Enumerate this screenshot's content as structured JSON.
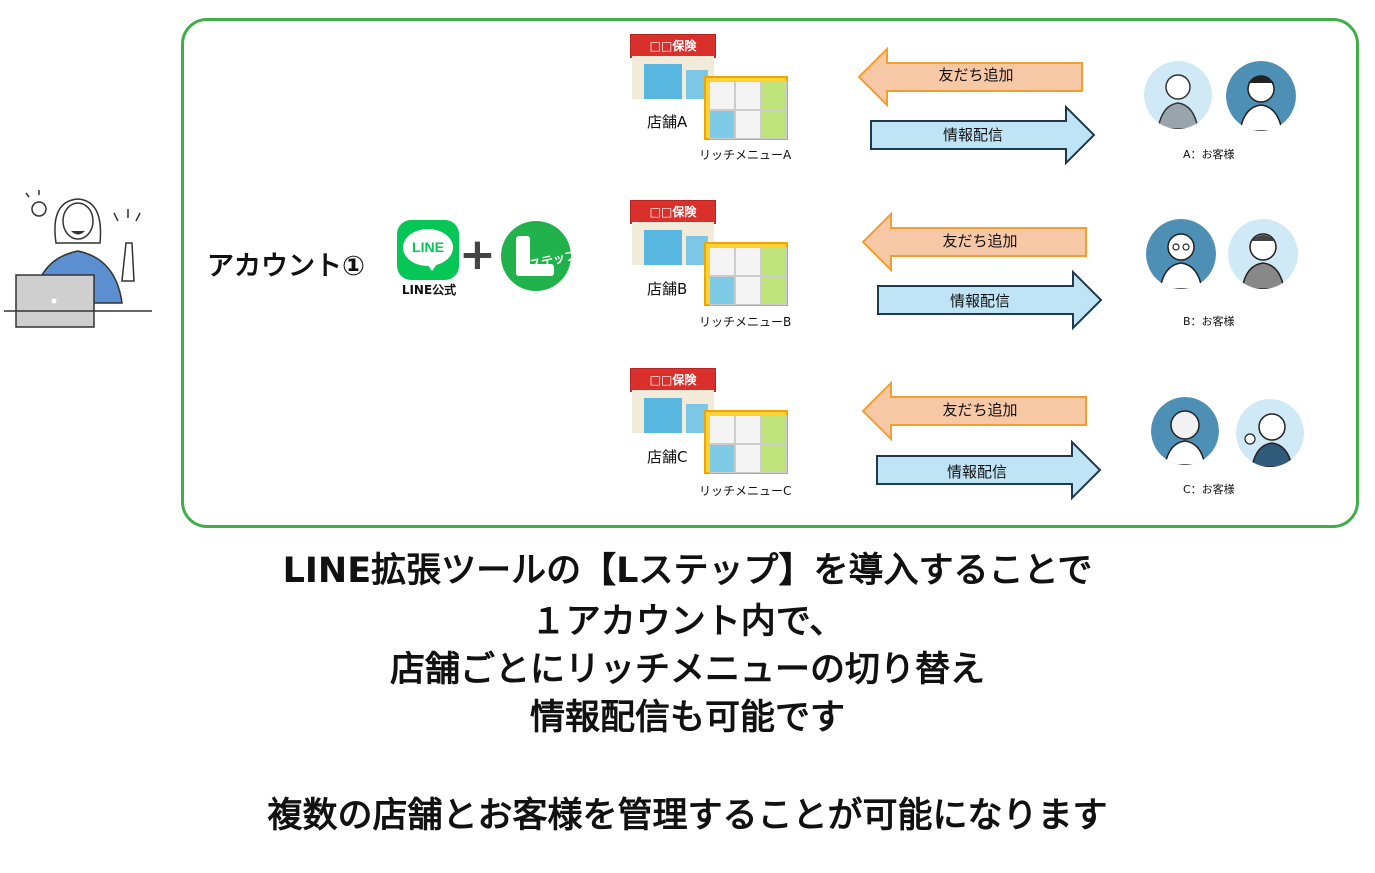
{
  "account": {
    "label": "アカウント①",
    "line_logo_text": "LINE",
    "line_caption": "LINE公式",
    "lstep_logo_text": "ステップ"
  },
  "rows": [
    {
      "store_sign": "□□保険",
      "store_name": "店舗A",
      "menu_label": "リッチメニューA",
      "friend_add": "友だち追加",
      "info": "情報配信",
      "customers_label": "A：お客様"
    },
    {
      "store_sign": "□□保険",
      "store_name": "店舗B",
      "menu_label": "リッチメニューB",
      "friend_add": "友だち追加",
      "info": "情報配信",
      "customers_label": "B：お客様"
    },
    {
      "store_sign": "□□保険",
      "store_name": "店舗C",
      "menu_label": "リッチメニューC",
      "friend_add": "友だち追加",
      "info": "情報配信",
      "customers_label": "C：お客様"
    }
  ],
  "caption": {
    "line1": "LINE拡張ツールの【Lステップ】を導入することで",
    "line2": "１アカウント内で、",
    "line3": "店舗ごとにリッチメニューの切り替え",
    "line4": "情報配信も可能です",
    "line5": "複数の店舗とお客様を管理することが可能になります"
  },
  "colors": {
    "frame": "#3fae4a",
    "friend_arrow_fill": "#f7c8a6",
    "friend_arrow_stroke": "#f0a030",
    "info_arrow_fill": "#bfe4f5",
    "info_arrow_stroke": "#1f3a4f",
    "line_green": "#06c755"
  }
}
